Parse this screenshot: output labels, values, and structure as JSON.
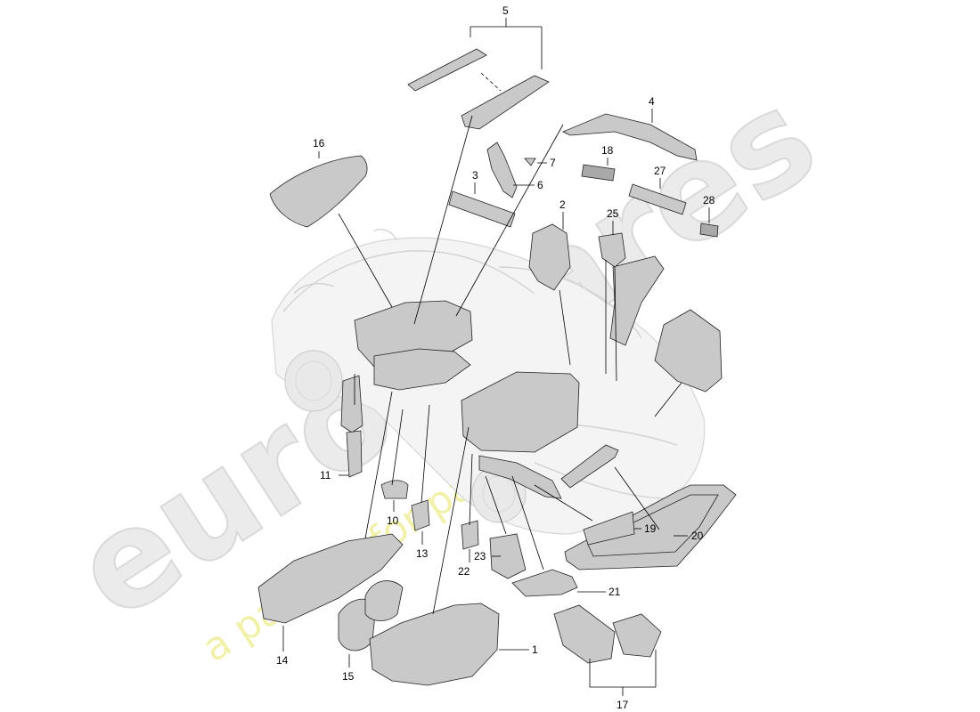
{
  "watermark": {
    "brand_text": "eurospares",
    "slogan_text": "a passion for parts since 1985",
    "brand_color": "#e4e4e4",
    "slogan_color": "#eeee9a"
  },
  "callouts": [
    {
      "id": "c1",
      "label": "1"
    },
    {
      "id": "c2",
      "label": "2"
    },
    {
      "id": "c3",
      "label": "3"
    },
    {
      "id": "c4",
      "label": "4"
    },
    {
      "id": "c5",
      "label": "5"
    },
    {
      "id": "c6",
      "label": "6"
    },
    {
      "id": "c7",
      "label": "7"
    },
    {
      "id": "c10",
      "label": "10"
    },
    {
      "id": "c11",
      "label": "11"
    },
    {
      "id": "c13",
      "label": "13"
    },
    {
      "id": "c14",
      "label": "14"
    },
    {
      "id": "c15",
      "label": "15"
    },
    {
      "id": "c16",
      "label": "16"
    },
    {
      "id": "c17",
      "label": "17"
    },
    {
      "id": "c18",
      "label": "18"
    },
    {
      "id": "c19",
      "label": "19"
    },
    {
      "id": "c20",
      "label": "20"
    },
    {
      "id": "c21",
      "label": "21"
    },
    {
      "id": "c22",
      "label": "22"
    },
    {
      "id": "c23",
      "label": "23"
    },
    {
      "id": "c25",
      "label": "25"
    },
    {
      "id": "c27",
      "label": "27"
    },
    {
      "id": "c28",
      "label": "28"
    }
  ]
}
